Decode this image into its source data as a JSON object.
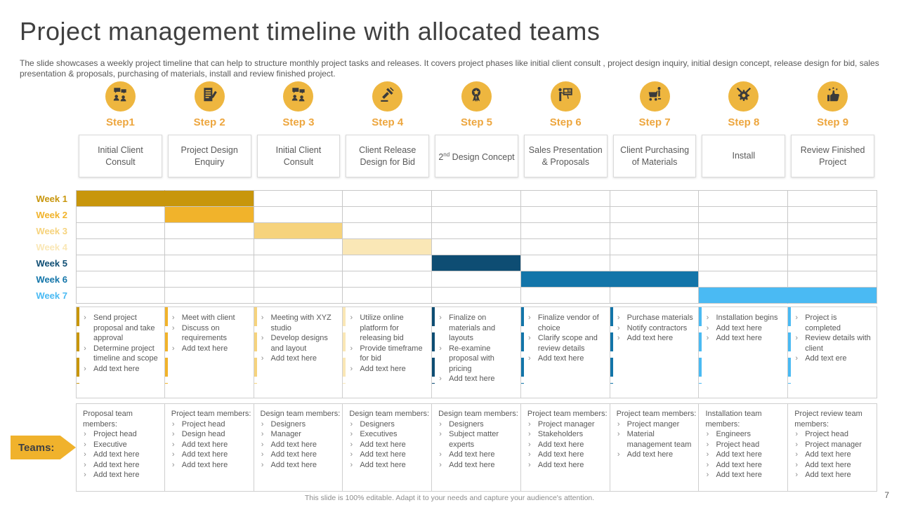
{
  "slide": {
    "title": "Project management timeline with allocated teams",
    "subtitle": "The slide showcases a weekly project timeline that can help to structure monthly project tasks and releases. It covers project phases like initial client consult , project design inquiry, initial design concept, release design for bid, sales presentation & proposals, purchasing of materials, install and review finished project.",
    "footer": "This slide is 100% editable. Adapt it to your needs and capture your audience's attention.",
    "page_number": "7"
  },
  "colors": {
    "brand_gold": "#EEB63F",
    "step_label_gold": "#EDA63E",
    "teams_arrow_gold": "#F0B22C",
    "week1": "#C8960C",
    "week2": "#F1B32B",
    "week3": "#F6D37D",
    "week4": "#FAE7B6",
    "week5": "#0E4D73",
    "week6": "#1375A9",
    "week7": "#4ABAF3",
    "text_dark": "#404040",
    "text_gray": "#595959",
    "grid_line": "#C8C8C8"
  },
  "steps": [
    {
      "label": "Step1",
      "icon": "consult-icon",
      "desc": "Initial Client Consult"
    },
    {
      "label": "Step 2",
      "icon": "design-document-icon",
      "desc": "Project Design Enquiry"
    },
    {
      "label": "Step 3",
      "icon": "consult-icon",
      "desc": "Initial Client Consult"
    },
    {
      "label": "Step 4",
      "icon": "gavel-icon",
      "desc": "Client Release Design for Bid"
    },
    {
      "label": "Step 5",
      "icon": "award-icon",
      "desc": "2nd Design Concept",
      "desc_parts": {
        "pre": "2",
        "sup": "nd",
        "rest": " Design Concept"
      }
    },
    {
      "label": "Step 6",
      "icon": "presentation-icon",
      "desc": "Sales Presentation & Proposals"
    },
    {
      "label": "Step 7",
      "icon": "cart-icon",
      "desc": "Client Purchasing of Materials"
    },
    {
      "label": "Step 8",
      "icon": "install-gear-icon",
      "desc": "Install"
    },
    {
      "label": "Step 9",
      "icon": "thumbs-up-icon",
      "desc": "Review Finished Project"
    }
  ],
  "gantt": {
    "columns": 9,
    "weeks": [
      {
        "label": "Week 1",
        "color": "#C8960C",
        "bar_start": 1,
        "bar_end": 2
      },
      {
        "label": "Week 2",
        "color": "#F1B32B",
        "bar_start": 2,
        "bar_end": 2
      },
      {
        "label": "Week 3",
        "color": "#F6D37D",
        "bar_start": 3,
        "bar_end": 3
      },
      {
        "label": "Week 4",
        "color": "#FAE7B6",
        "bar_start": 4,
        "bar_end": 4
      },
      {
        "label": "Week 5",
        "color": "#0E4D73",
        "bar_start": 5,
        "bar_end": 5
      },
      {
        "label": "Week 6",
        "color": "#1375A9",
        "bar_start": 6,
        "bar_end": 7
      },
      {
        "label": "Week 7",
        "color": "#4ABAF3",
        "bar_start": 8,
        "bar_end": 9
      }
    ]
  },
  "tasks": [
    {
      "accent": "#C8960C",
      "items": [
        "Send project proposal and take approval",
        "Determine project timeline and scope",
        "Add text here"
      ]
    },
    {
      "accent": "#F1B32B",
      "items": [
        "Meet with client",
        "Discuss on requirements",
        "Add text here"
      ]
    },
    {
      "accent": "#F6D37D",
      "items": [
        "Meeting with XYZ studio",
        "Develop designs and layout",
        "Add text here"
      ]
    },
    {
      "accent": "#FAE7B6",
      "items": [
        "Utilize online platform for releasing bid",
        "Provide timeframe for bid",
        "Add text here"
      ]
    },
    {
      "accent": "#0E4D73",
      "items": [
        "Finalize on materials and layouts",
        "Re-examine proposal with pricing",
        "Add text here"
      ]
    },
    {
      "accent": "#1375A9",
      "items": [
        "Finalize vendor of choice",
        "Clarify scope and review details",
        "Add text here"
      ]
    },
    {
      "accent": "#1375A9",
      "items": [
        "Purchase materials",
        "Notify contractors",
        "Add text here"
      ]
    },
    {
      "accent": "#4ABAF3",
      "items": [
        "Installation begins",
        "Add text here",
        "Add text here"
      ]
    },
    {
      "accent": "#4ABAF3",
      "items": [
        "Project is completed",
        "Review details with client",
        "Add text ere"
      ]
    }
  ],
  "teams": {
    "label": "Teams:",
    "groups": [
      {
        "header": "Proposal team members:",
        "items": [
          "Project head",
          "Executive",
          "Add text here",
          "Add text here",
          "Add text here"
        ]
      },
      {
        "header": "Project team members:",
        "items": [
          "Project head",
          "Design head",
          "Add text here",
          "Add text here",
          "Add text here"
        ]
      },
      {
        "header": "Design team members:",
        "items": [
          "Designers",
          "Manager",
          "Add text here",
          "Add text here",
          "Add text here"
        ]
      },
      {
        "header": "Design team members:",
        "items": [
          "Designers",
          "Executives",
          "Add text here",
          "Add text here",
          "Add text here"
        ]
      },
      {
        "header": "Design team members:",
        "items": [
          "Designers",
          "Subject matter experts",
          "Add text here",
          "Add text here"
        ]
      },
      {
        "header": "Project team members:",
        "items": [
          "Project manager",
          "Stakeholders",
          "Add text here",
          "Add text here",
          "Add text here"
        ]
      },
      {
        "header": "Project team members:",
        "items": [
          "Project manger",
          "Material management team",
          "Add text here"
        ]
      },
      {
        "header": "Installation team members:",
        "items": [
          "Engineers",
          "Project head",
          "Add text here",
          "Add text here",
          "Add text here"
        ]
      },
      {
        "header": "Project review team members:",
        "items": [
          "Project head",
          "Project manager",
          "Add text here",
          "Add text here",
          "Add text here"
        ]
      }
    ]
  }
}
